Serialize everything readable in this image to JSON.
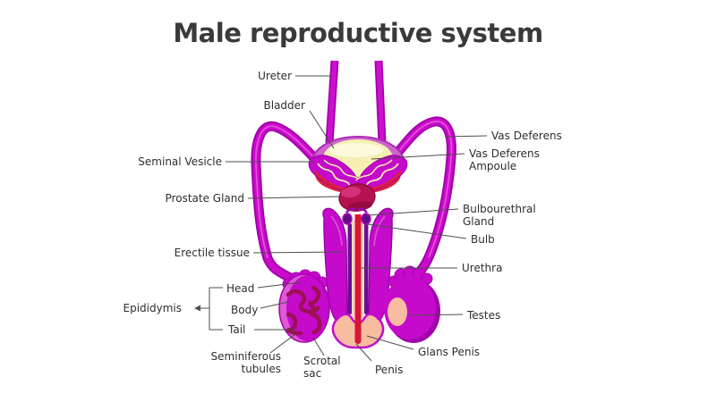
{
  "title": "Male reproductive system",
  "labels": {
    "ureter": "Ureter",
    "bladder": "Bladder",
    "seminal_vesicle": "Seminal Vesicle",
    "prostate_gland": "Prostate Gland",
    "erectile_tissue": "Erectile tissue",
    "epididymis": "Epididymis",
    "head": "Head",
    "body": "Body",
    "tail": "Tail",
    "seminiferous_tubules": "Seminiferous tubules",
    "scrotal_sac": "Scrotal sac",
    "penis": "Penis",
    "vas_deferens": "Vas Deferens",
    "vas_deferens_ampoule": "Vas Deferens Ampoule",
    "bulbourethral_gland": "Bulbourethral Gland",
    "bulb": "Bulb",
    "urethra": "Urethra",
    "testes": "Testes",
    "glans_penis": "Glans Penis"
  },
  "colors": {
    "background": "#FFFFFF",
    "title_text": "#3A3A3A",
    "label_text": "#2E2E2E",
    "leader_line": "#4D4D4D",
    "magenta": "#C50ACB",
    "magenta_dark": "#A100AC",
    "magenta_light": "#E85FD8",
    "pink_rim": "#CD66CB",
    "purple_dark": "#5F0D84",
    "crimson": "#DD1F3D",
    "red_stripe": "#D81535",
    "prostate_red": "#B5124F",
    "prostate_dark": "#8E0A3E",
    "prostate_light": "#D5307A",
    "bladder_cream": "#F6EFB4",
    "bladder_highlight": "#FCF9DC",
    "urethra_cream": "#F2D7B4",
    "peach": "#F8BCA0",
    "tubule_maroon": "#9C1055"
  }
}
